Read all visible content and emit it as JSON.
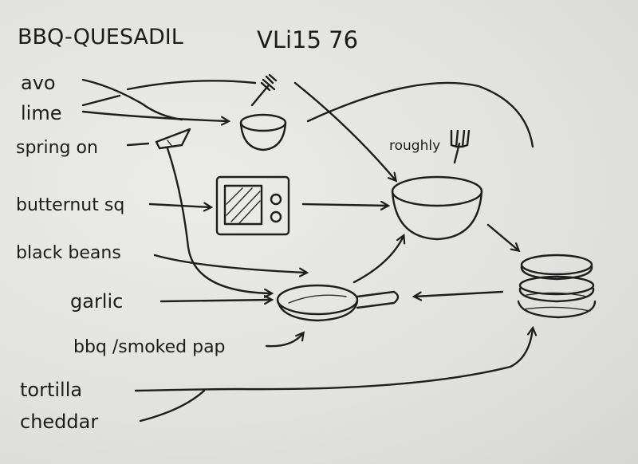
{
  "title": "BBQ-QUESADIL",
  "code": "VLi15 76",
  "ingredients": {
    "avo": "avo",
    "lime": "lime",
    "spring_onion": "spring on",
    "butternut": "butternut sq",
    "black_beans": "black beans",
    "garlic": "garlic",
    "paprika": "bbq /smoked pap",
    "tortilla": "tortilla",
    "cheddar": "cheddar"
  },
  "annotations": {
    "mash": "roughly"
  },
  "colors": {
    "paper": "#e2e2df",
    "ink": "#1e1e1e"
  }
}
